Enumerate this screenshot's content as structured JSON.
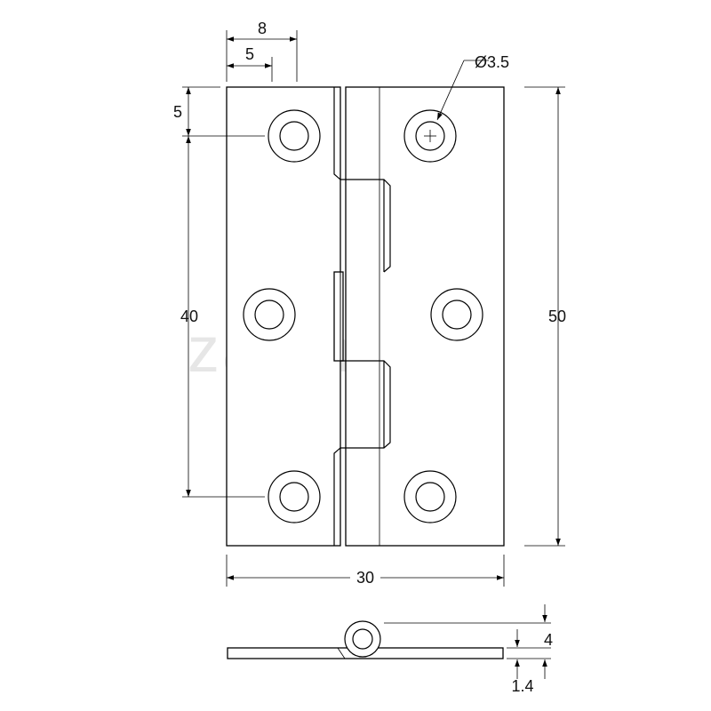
{
  "watermark": "zalonis.eu",
  "dimensions": {
    "top_outer": "8",
    "top_inner": "5",
    "hole_diameter": "Ø3.5",
    "left_edge_offset": "5",
    "hole_spacing": "40",
    "height": "50",
    "width": "30",
    "knuckle_height": "4",
    "plate_thickness": "1.4"
  }
}
